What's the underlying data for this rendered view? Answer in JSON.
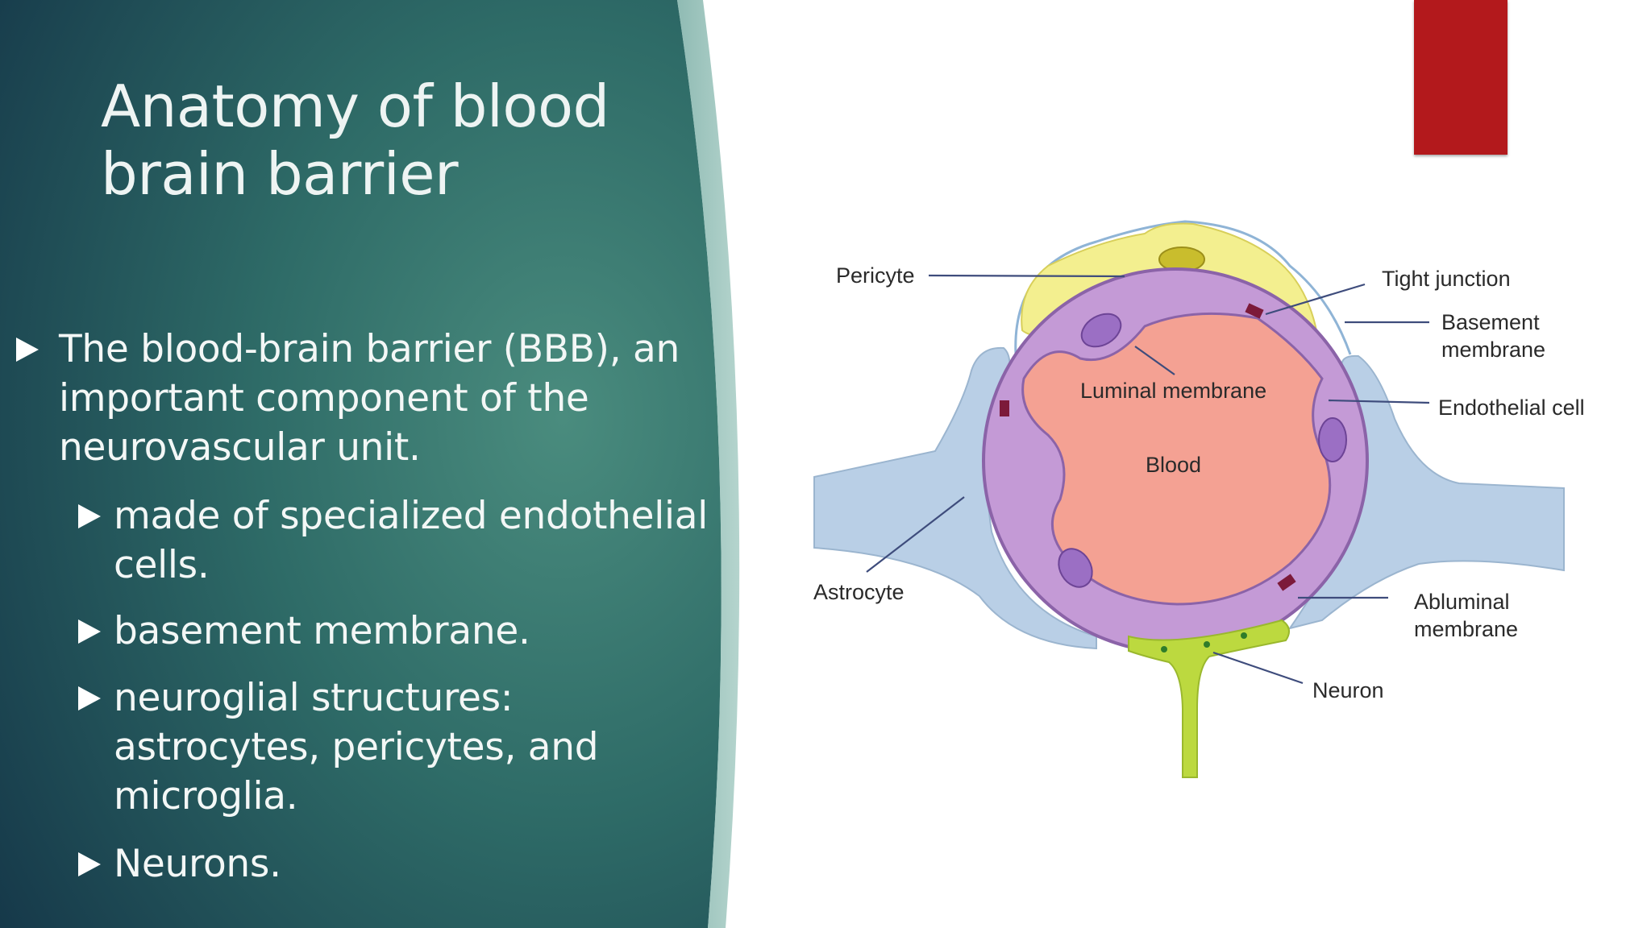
{
  "slide": {
    "title": "Anatomy of blood brain barrier",
    "bullets": [
      {
        "level": 1,
        "lines": [
          "The blood-brain barrier (BBB), an",
          "important component of the",
          "neurovascular unit."
        ]
      },
      {
        "level": 2,
        "lines": [
          "made of specialized endothelial",
          "cells."
        ]
      },
      {
        "level": 2,
        "lines": [
          "basement membrane."
        ]
      },
      {
        "level": 2,
        "lines": [
          "neuroglial structures:",
          "astrocytes, pericytes, and",
          "microglia."
        ]
      },
      {
        "level": 2,
        "lines": [
          "Neurons."
        ]
      }
    ]
  },
  "diagram": {
    "labels": {
      "pericyte": "Pericyte",
      "tight_junction": "Tight junction",
      "basement_membrane_1": "Basement",
      "basement_membrane_2": "membrane",
      "luminal_membrane": "Luminal membrane",
      "endothelial_cell": "Endothelial cell",
      "blood": "Blood",
      "astrocyte": "Astrocyte",
      "abluminal_membrane_1": "Abluminal",
      "abluminal_membrane_2": "membrane",
      "neuron": "Neuron"
    }
  },
  "colors": {
    "panel_dark": "#163f4b",
    "panel_light": "#3f8477",
    "accent_red": "#b3191c",
    "blood": "#f4a193",
    "endothelium": "#c49ad6",
    "pericyte": "#f3ef8f",
    "astrocyte": "#b9cfe6",
    "neuron": "#bcd93f"
  }
}
